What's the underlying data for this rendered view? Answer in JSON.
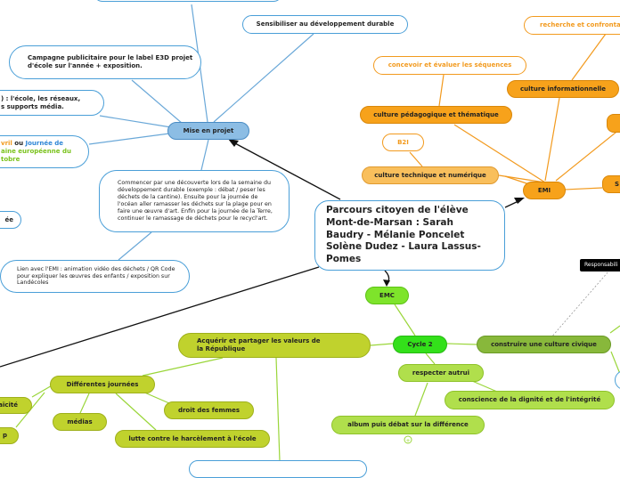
{
  "root": {
    "title": "Parcours citoyen de l'élève Mont-de-Marsan : Sarah Baudry - Mélanie Poncelet Solène Dudez - Laura Lassus-Pomes"
  },
  "mise_en_projet": {
    "label": "Mise en projet",
    "sensibiliser": "Sensibiliser au développement durable",
    "campagne": "Campagne publicitaire pour le label E3D projet d'école sur l'année + exposition.",
    "ecole_reseaux_a": ") : l'école, les réseaux,",
    "ecole_reseaux_b": "s supports média.",
    "avril_prefix": "vril",
    "avril_ou": " ou ",
    "avril_journee": "Journée de",
    "avril_europeenne": "aine européenne du",
    "avril_tobre": "tobre",
    "ee": "ée",
    "commencer": "Commencer par une découverte lors de la semaine du développement durable (exemple : débat / peser les déchets de la cantine). Ensuite pour la journée de l'océan aller ramasser les déchets sur la plage pour en faire une œuvre d'art. Enfin pour la journée de la Terre, continuer le ramassage de déchets pour le recycl'art.",
    "lien": "Lien avec l'EMI : animation vidéo des déchets / QR Code pour expliquer les œuvres des enfants / exposition sur Landécoles"
  },
  "emi": {
    "label": "EMI",
    "recherche": "recherche et confrontat",
    "concevoir": "concevoir et évaluer les séquences",
    "culture_info": "culture informationnelle",
    "culture_peda": "culture pédagogique et thématique",
    "b2i": "B2I",
    "culture_tech": "culture technique et numérique",
    "s_label": "S"
  },
  "emc": {
    "label": "EMC",
    "cycle2": "Cycle 2",
    "acquerir": "Acquérir et partager les valeurs de la République",
    "respecter": "respecter autrui",
    "construire": "construire une culture civique",
    "conscience": "conscience de la dignité et de l'intégrité",
    "album": "album puis débat sur la différence",
    "responsabilite": "Responsabili",
    "differentes": "Différentes journées",
    "laicite": "laïcité",
    "medias": "médias",
    "droit": "droit des femmes",
    "p_label": "p",
    "harcelement": "lutte contre le harcèlement à l'école"
  },
  "colors": {
    "blue_line": "#6aa8d8",
    "orange_line": "#f29a1e",
    "green_line": "#9ad63a",
    "dark_line": "#111111"
  }
}
